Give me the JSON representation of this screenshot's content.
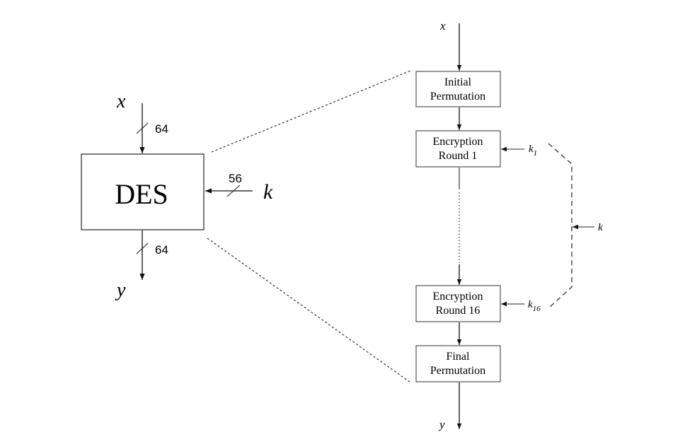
{
  "overview": {
    "block_label": "DES",
    "input_label": "x",
    "output_label": "y",
    "key_label": "k",
    "input_width": "64",
    "output_width": "64",
    "key_width": "56"
  },
  "detail": {
    "input_label": "x",
    "output_label": "y",
    "stages": [
      {
        "line1": "Initial",
        "line2": "Permutation"
      },
      {
        "line1": "Encryption",
        "line2": "Round 1"
      },
      {
        "line1": "Encryption",
        "line2": "Round 16"
      },
      {
        "line1": "Final",
        "line2": "Permutation"
      }
    ],
    "key_label": "k",
    "round_keys": [
      {
        "base": "k",
        "sub": "1"
      },
      {
        "base": "k",
        "sub": "16"
      }
    ]
  },
  "colors": {
    "stroke": "#111111",
    "box_fill": "#ffffff",
    "background": "#ffffff"
  }
}
